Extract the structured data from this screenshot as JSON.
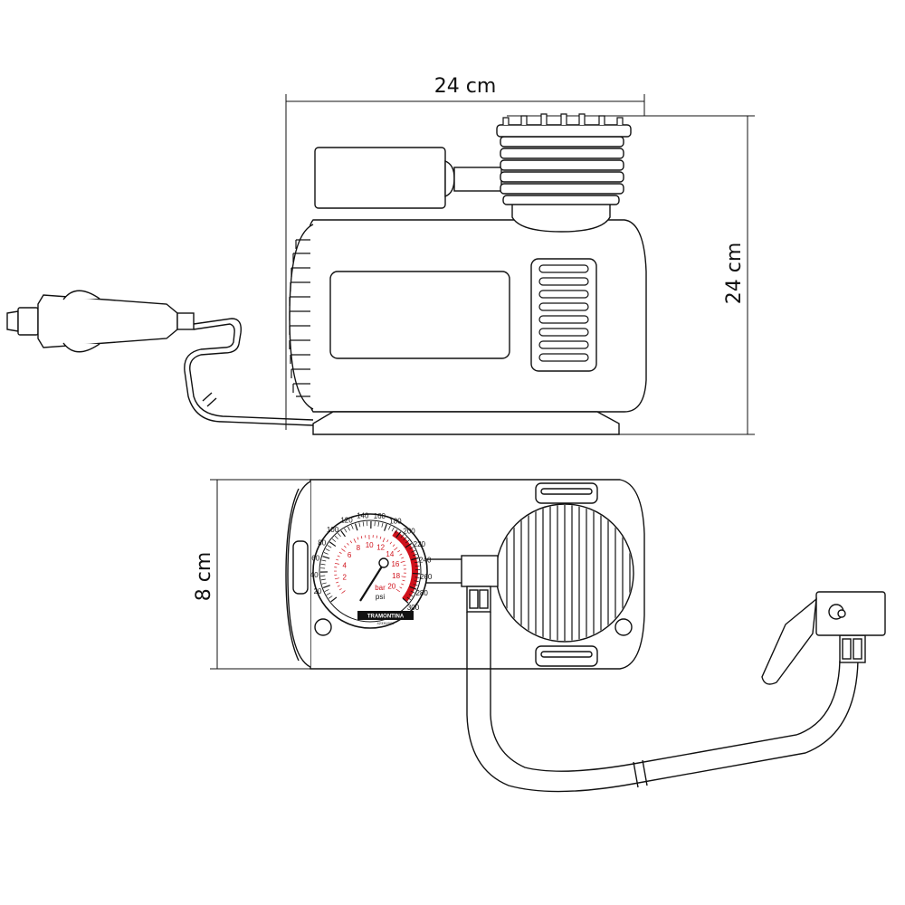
{
  "dimensions": {
    "width_label": "24 cm",
    "height_label": "24 cm",
    "depth_label": "8 cm"
  },
  "gauge": {
    "psi_ticks": [
      "20",
      "40",
      "60",
      "80",
      "100",
      "120",
      "140",
      "160",
      "180",
      "200",
      "220",
      "240",
      "260",
      "280",
      "300"
    ],
    "bar_ticks": [
      "2",
      "4",
      "6",
      "8",
      "10",
      "12",
      "14",
      "16",
      "18",
      "20"
    ],
    "psi_unit": "psi",
    "bar_unit": "bar",
    "brand": "TRAMONTINA",
    "model_code": "42330/009"
  },
  "colors": {
    "line": "#111111",
    "accent_red": "#d0111b"
  }
}
